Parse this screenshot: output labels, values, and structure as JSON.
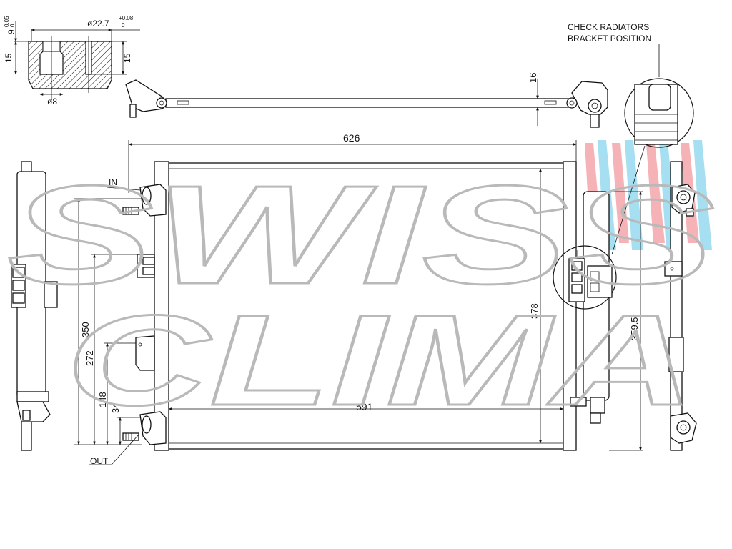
{
  "watermark": {
    "line1": "SWISS",
    "line2": "CLIMA",
    "colors": {
      "red": "#f4a1a6",
      "blue": "#8fd8ee",
      "gray": "#b9b9b9"
    }
  },
  "callout": {
    "line1": "CHECK RADIATORS",
    "line2": "BRACKET POSITION"
  },
  "labels": {
    "in": "IN",
    "out": "OUT"
  },
  "section_detail": {
    "dia_main": "ø22.7",
    "dia_tol_upper": "+0.08",
    "dia_tol_lower": "0",
    "depth": "9",
    "depth_tol_upper": "0.05",
    "depth_tol_lower": "0",
    "height_left": "15",
    "height_right": "15",
    "dia_small": "ø8"
  },
  "dimensions": {
    "bar_thickness": "16",
    "overall_width": "626",
    "core_width": "591",
    "height_350": "350",
    "height_272": "272",
    "height_148": "148",
    "height_34": "34",
    "height_378": "378",
    "height_359_5": "359.5"
  }
}
